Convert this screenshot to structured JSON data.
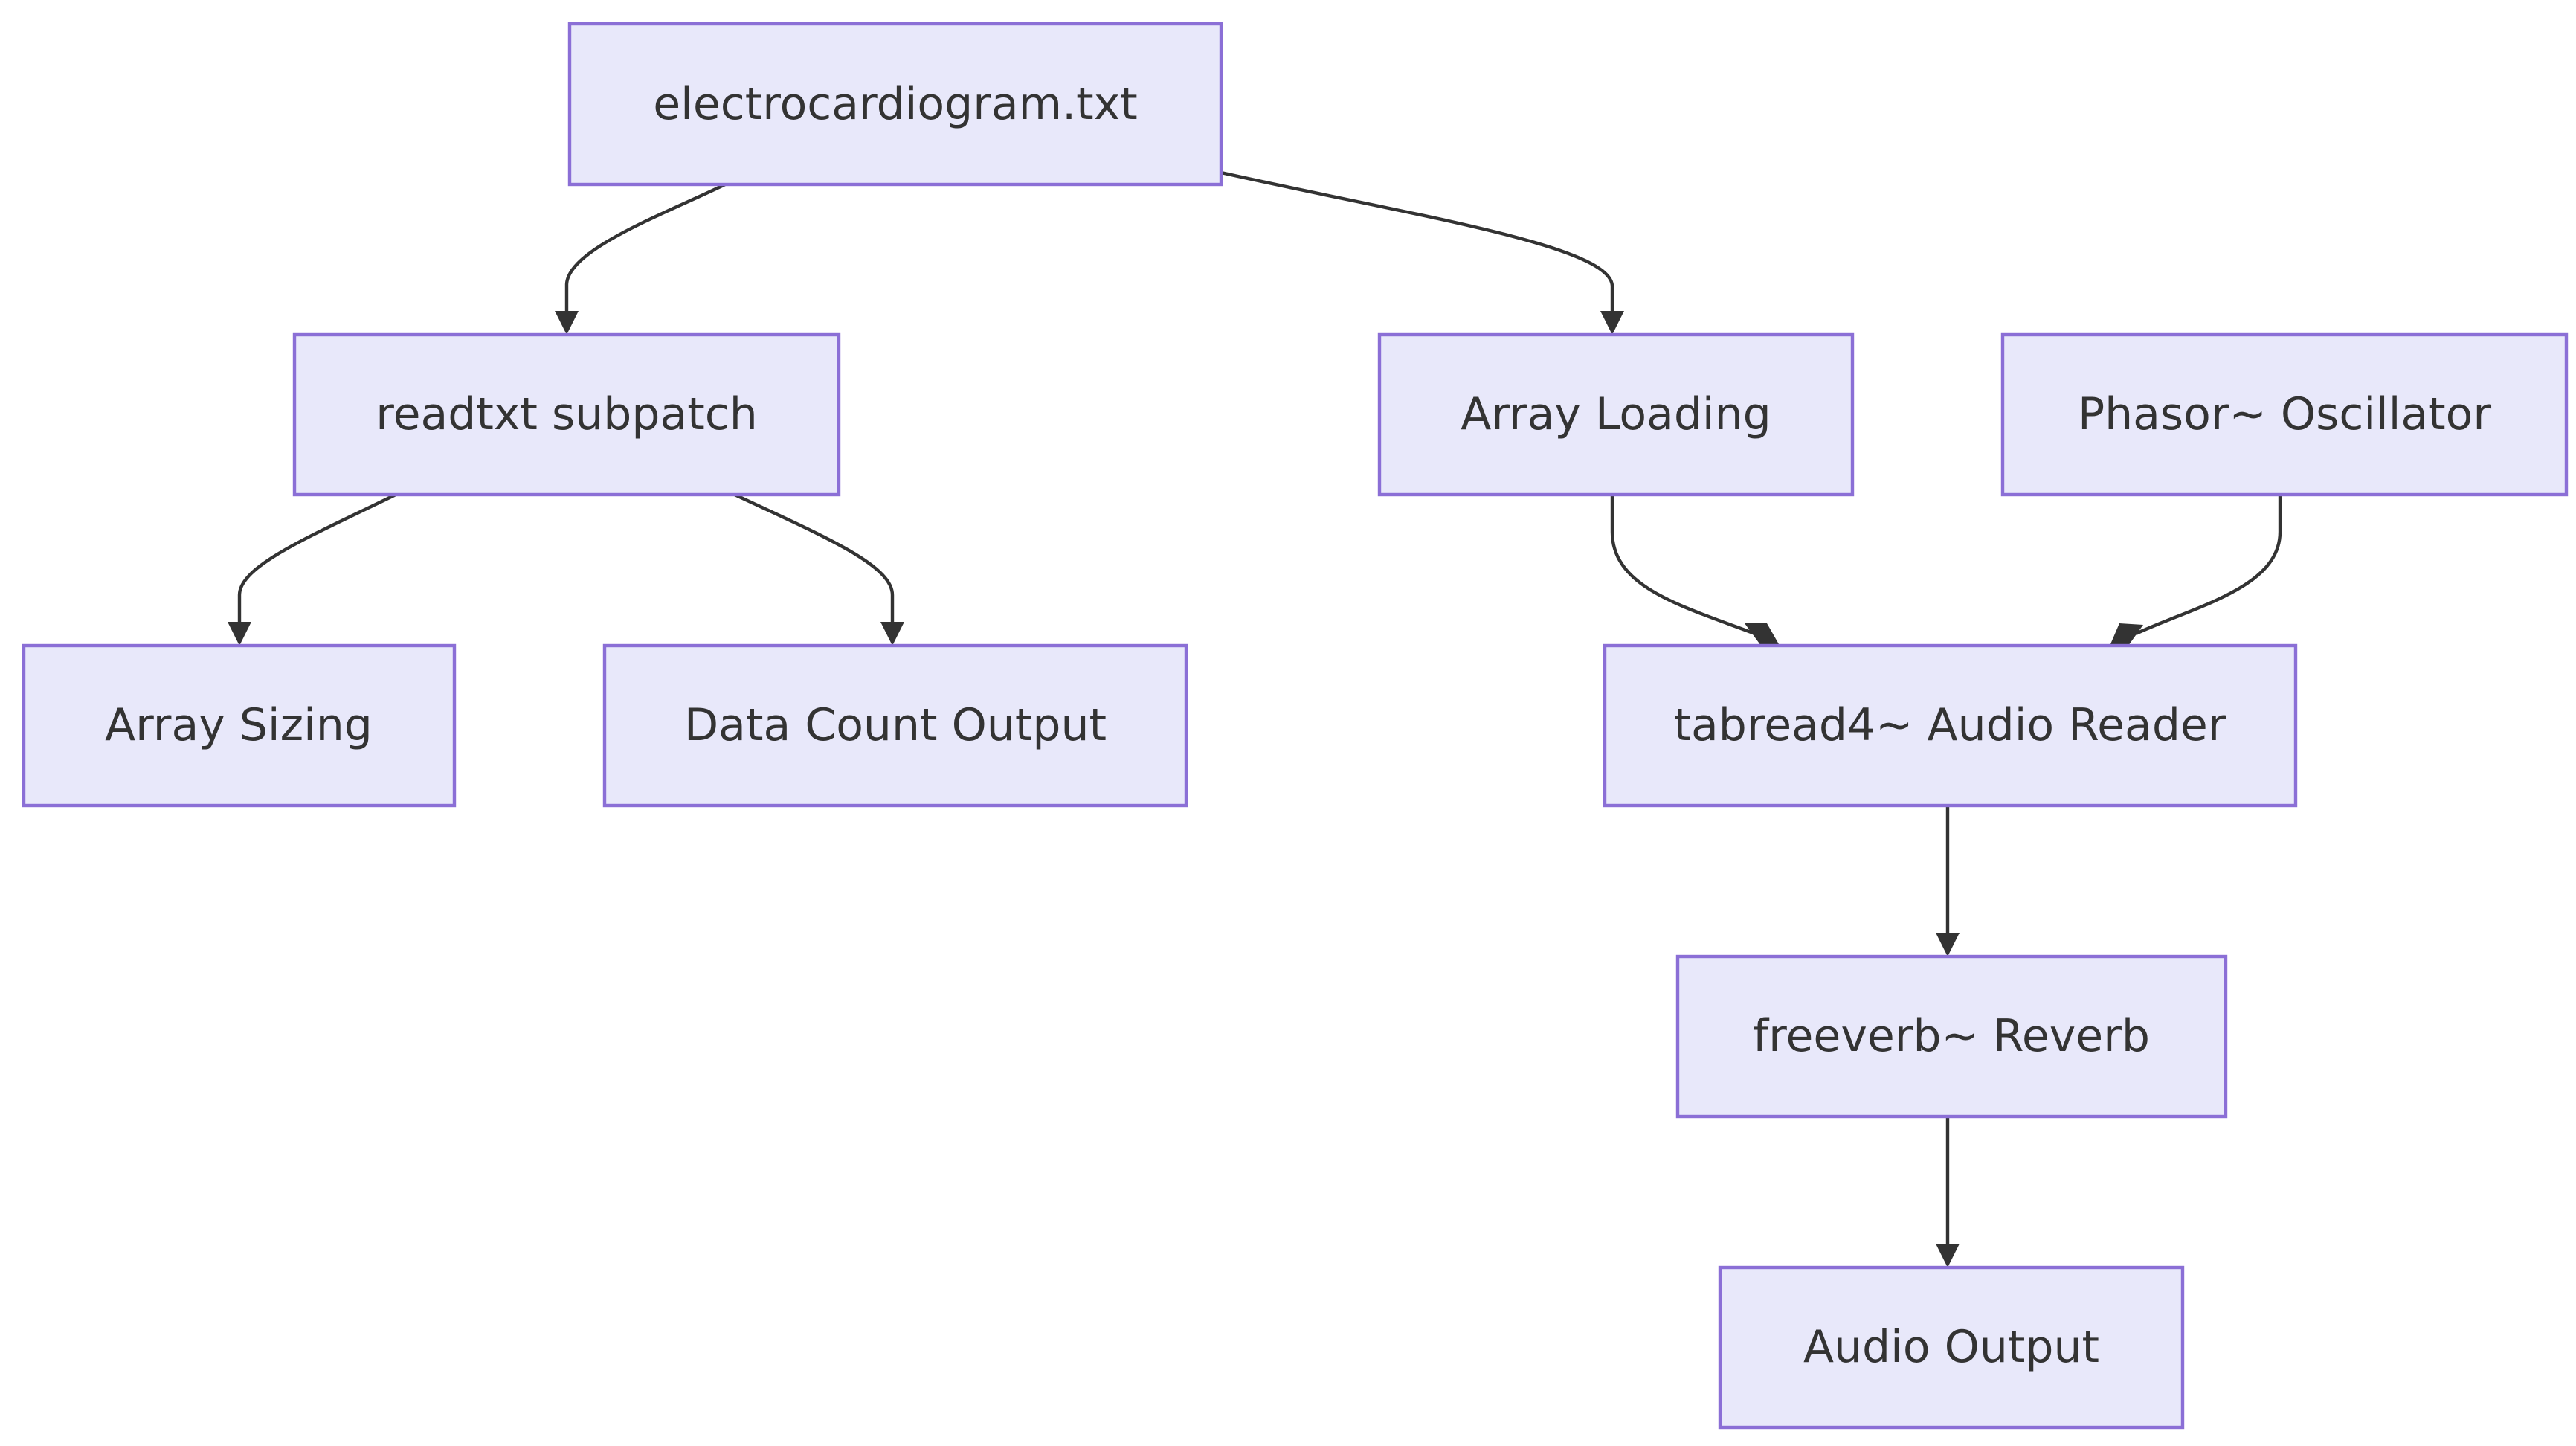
{
  "diagram": {
    "nodes": {
      "ecg_file": "electrocardiogram.txt",
      "readtxt": "readtxt subpatch",
      "array_loading": "Array Loading",
      "phasor": "Phasor~ Oscillator",
      "array_sizing": "Array Sizing",
      "data_count": "Data Count Output",
      "tabread": "tabread4~ Audio Reader",
      "freeverb": "freeverb~ Reverb",
      "audio_output": "Audio Output"
    },
    "edges": [
      {
        "from": "electrocardiogram.txt",
        "to": "readtxt subpatch"
      },
      {
        "from": "electrocardiogram.txt",
        "to": "Array Loading"
      },
      {
        "from": "readtxt subpatch",
        "to": "Array Sizing"
      },
      {
        "from": "readtxt subpatch",
        "to": "Data Count Output"
      },
      {
        "from": "Array Loading",
        "to": "tabread4~ Audio Reader"
      },
      {
        "from": "Phasor~ Oscillator",
        "to": "tabread4~ Audio Reader"
      },
      {
        "from": "tabread4~ Audio Reader",
        "to": "freeverb~ Reverb"
      },
      {
        "from": "freeverb~ Reverb",
        "to": "Audio Output"
      }
    ]
  }
}
